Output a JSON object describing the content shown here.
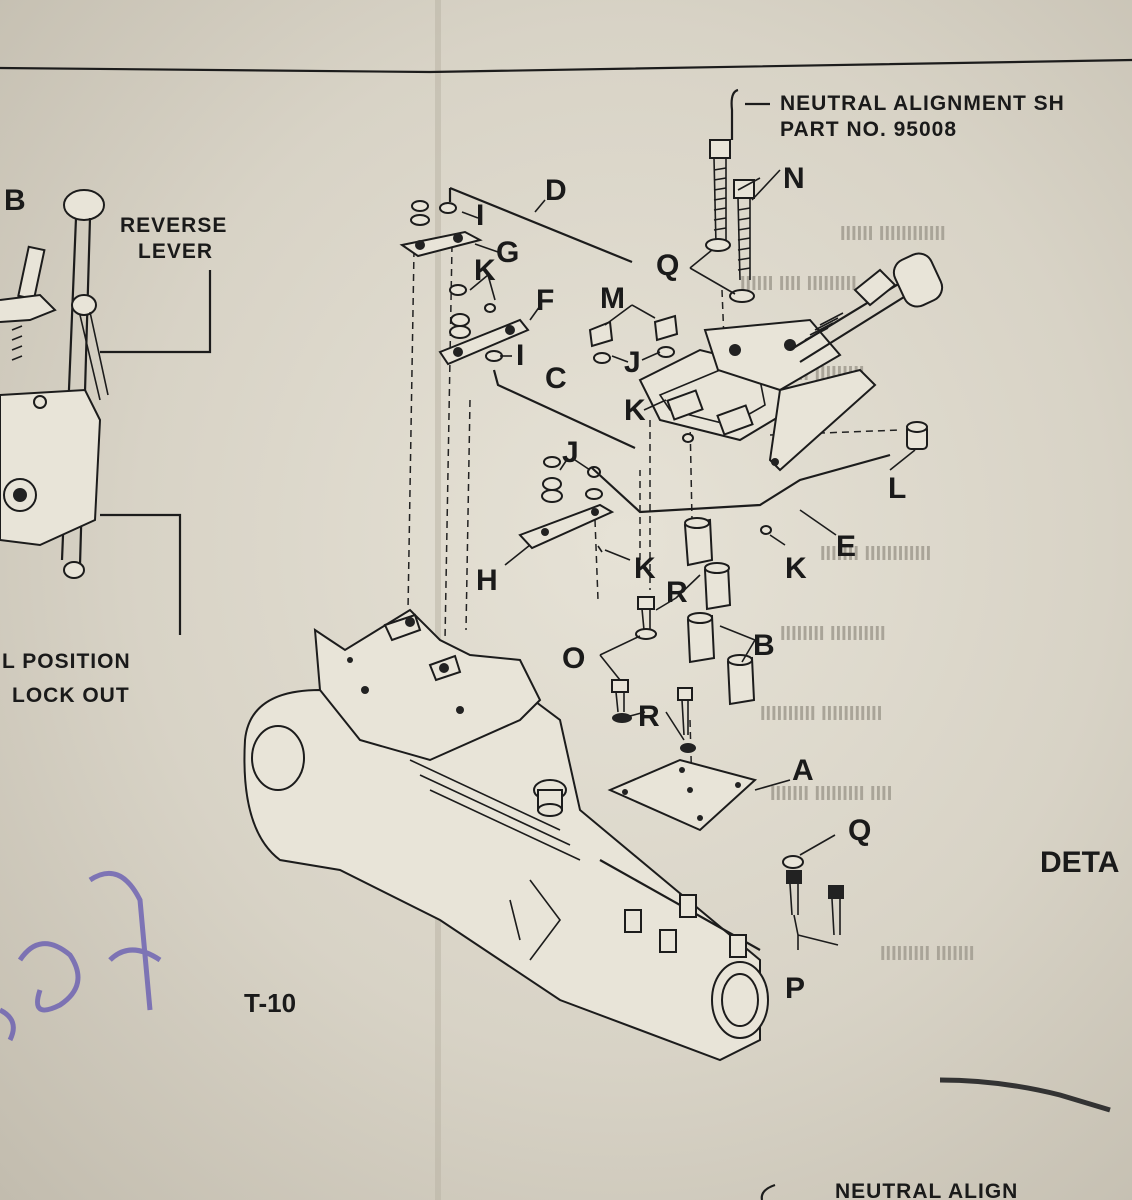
{
  "header": {
    "part_line1": "NEUTRAL ALIGNMENT SH",
    "part_line2": "PART NO. 95008"
  },
  "left_panel": {
    "label_b": "B",
    "reverse_line1": "REVERSE",
    "reverse_line2": "LEVER",
    "position_line1": "L POSITION",
    "position_line2": "LOCK OUT"
  },
  "callouts": {
    "A": "A",
    "B": "B",
    "C": "C",
    "D": "D",
    "E": "E",
    "F": "F",
    "G": "G",
    "H": "H",
    "I1": "I",
    "I2": "I",
    "J1": "J",
    "J2": "J",
    "K1": "K",
    "K2": "K",
    "K3": "K",
    "K4": "K",
    "L": "L",
    "M": "M",
    "N": "N",
    "O": "O",
    "P": "P",
    "Q1": "Q",
    "Q2": "Q",
    "R1": "R",
    "R2": "R"
  },
  "model": "T-10",
  "detail_label": "DETA",
  "footer_text": "NEUTRAL ALIGN",
  "colors": {
    "paper": "#dcd8cc",
    "ink": "#1a1a1a",
    "pen_mark": "#5a4fb0"
  }
}
